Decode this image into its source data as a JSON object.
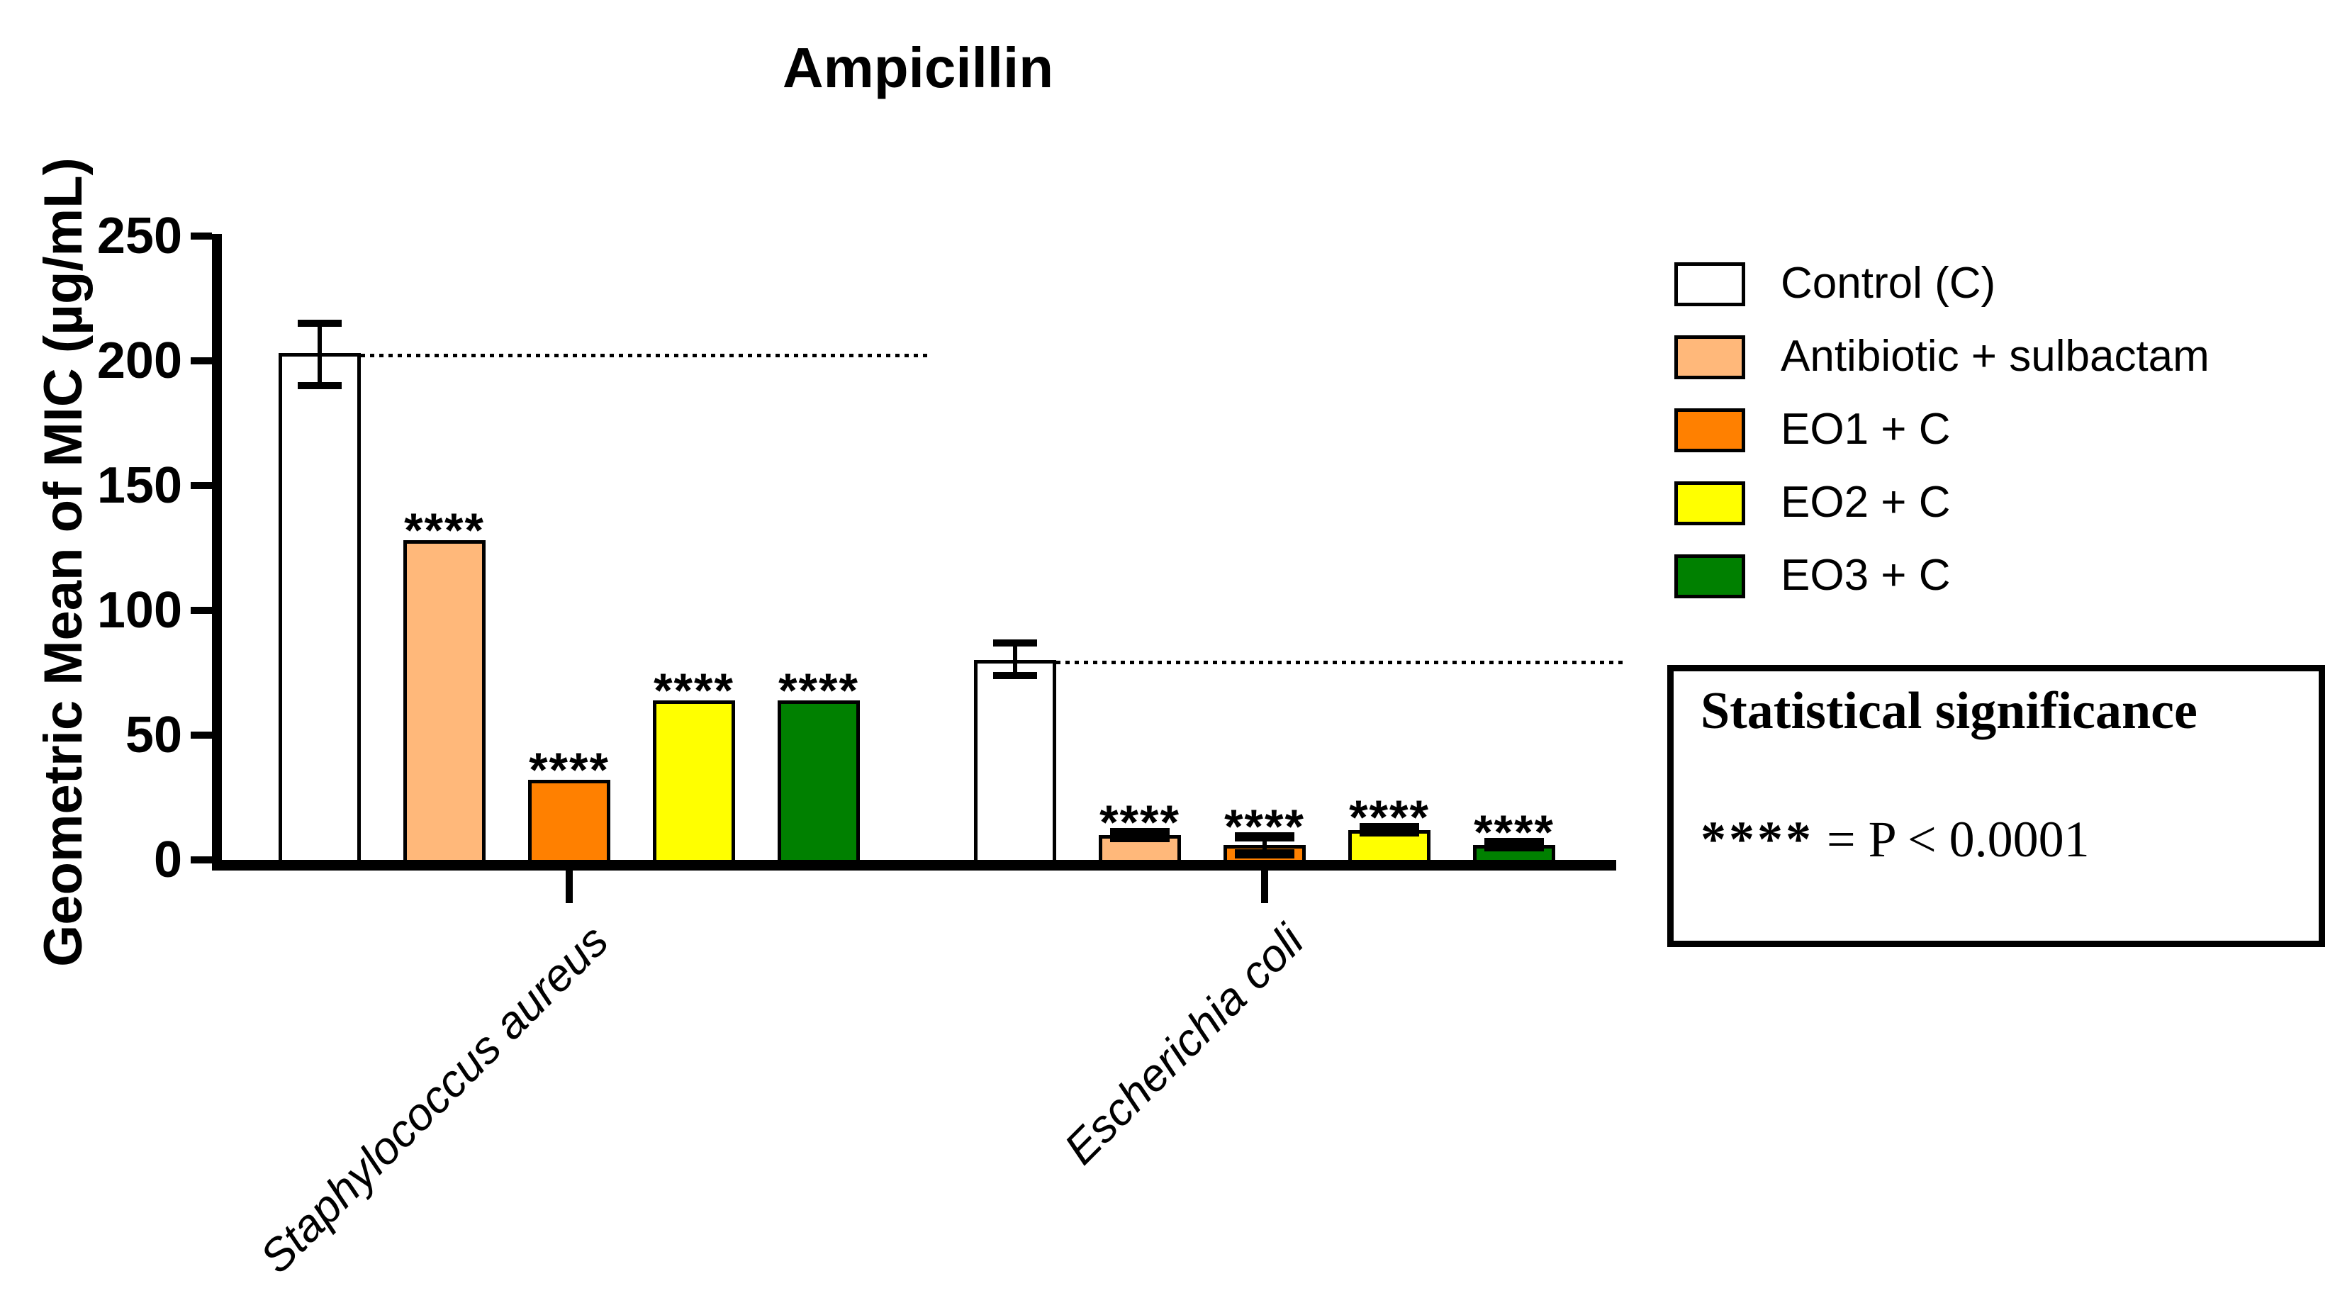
{
  "stat_box": {
    "title": "Statistical significance",
    "stars": "****",
    "rest": " = P < 0.0001"
  },
  "chart_data": {
    "type": "bar",
    "title": "Ampicillin",
    "ylabel": "Geometric Mean of MIC (µg/mL)",
    "xlabel": "",
    "ylim": [
      0,
      250
    ],
    "yticks": [
      0,
      50,
      100,
      150,
      200,
      250
    ],
    "grid": false,
    "legend_position": "right",
    "categories": [
      "Staphylococcus aureus",
      "Escherichia coli"
    ],
    "series": [
      {
        "name": "Control (C)",
        "color": "#FFFFFF",
        "values": [
          203,
          80
        ],
        "errors": [
          {
            "lo": 190,
            "hi": 215
          },
          {
            "lo": 74,
            "hi": 87
          }
        ],
        "significance": [
          "",
          ""
        ]
      },
      {
        "name": "Antibiotic + sulbactam",
        "color": "#FFB87A",
        "values": [
          128,
          10
        ],
        "errors": [
          null,
          {
            "lo": 9,
            "hi": 11
          }
        ],
        "significance": [
          "****",
          "****"
        ]
      },
      {
        "name": "EO1 + C",
        "color": "#FF8000",
        "values": [
          32,
          6
        ],
        "errors": [
          null,
          {
            "lo": 2.5,
            "hi": 9.5
          }
        ],
        "significance": [
          "****",
          "****"
        ]
      },
      {
        "name": "EO2 + C",
        "color": "#FFFF00",
        "values": [
          64,
          12
        ],
        "errors": [
          null,
          {
            "lo": 11.5,
            "hi": 13
          }
        ],
        "significance": [
          "****",
          "****"
        ]
      },
      {
        "name": "EO3 + C",
        "color": "#008000",
        "values": [
          64,
          6
        ],
        "errors": [
          null,
          {
            "lo": 5.5,
            "hi": 7
          }
        ],
        "significance": [
          "****",
          "****"
        ]
      }
    ],
    "reference_lines": [
      {
        "category_index": 0,
        "value": 203,
        "style": "dotted"
      },
      {
        "category_index": 1,
        "value": 80,
        "style": "dotted"
      }
    ]
  }
}
